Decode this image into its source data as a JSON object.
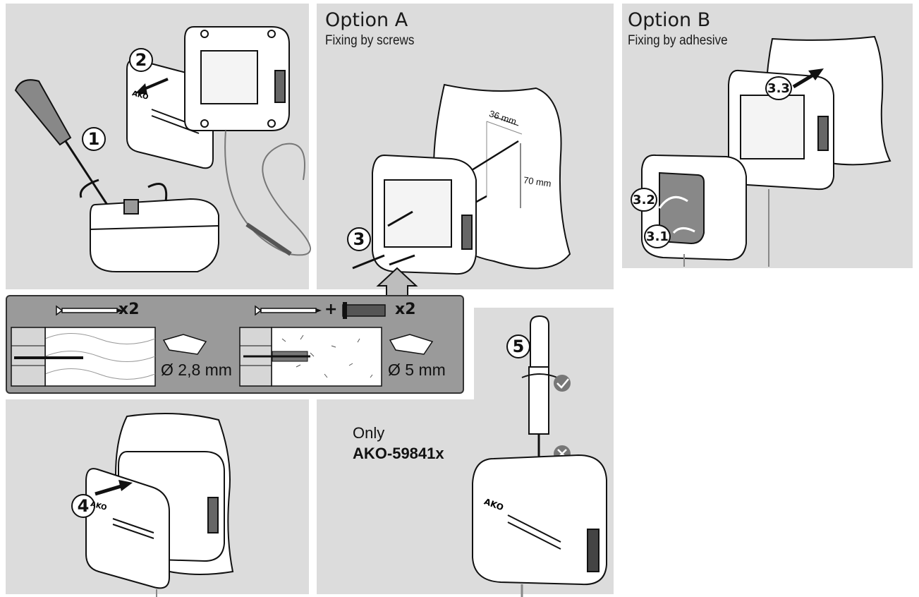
{
  "optionA": {
    "title": "Option A",
    "subtitle": "Fixing by screws"
  },
  "optionB": {
    "title": "Option B",
    "subtitle": "Fixing by adhesive"
  },
  "steps": {
    "s1": "1",
    "s2": "2",
    "s3": "3",
    "s4": "4",
    "s5": "5",
    "s31": "3.1",
    "s32": "3.2",
    "s33": "3.3"
  },
  "dimensions": {
    "width": "36 mm",
    "height": "70 mm"
  },
  "hardware": {
    "screw_qty": "x2",
    "plug_qty": "x2",
    "plus": "+",
    "drill_small": "Ø 2,8 mm",
    "drill_large": "Ø 5 mm"
  },
  "brand": "AKO",
  "note": {
    "line1": "Only",
    "model": "AKO-59841x"
  },
  "colors": {
    "panel": "#dcdcdc",
    "bar": "#9a9a9a",
    "ink": "#111111",
    "device": "#ffffff"
  }
}
